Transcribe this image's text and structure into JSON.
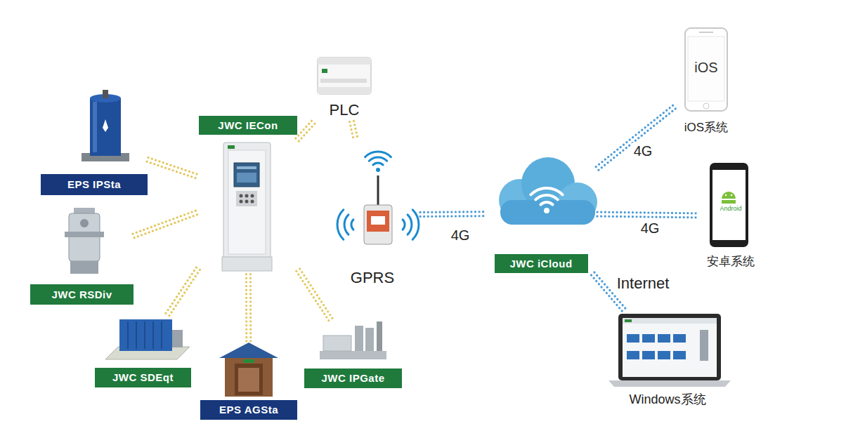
{
  "diagram": {
    "nodes": [
      {
        "text": [
          "EPS IPSta"
        ]
      },
      {
        "text": [
          "JWC IECon"
        ]
      },
      {
        "text": [
          "PLC"
        ]
      },
      {
        "text": [
          "JWC RSDiv"
        ]
      },
      {
        "text": [
          "GPRS"
        ]
      },
      {
        "text": [
          "JWC iCloud"
        ]
      },
      {
        "text": [
          "iOS",
          "iOS系统"
        ]
      },
      {
        "text": [
          "Android",
          "安卓系统"
        ]
      },
      {
        "text": [
          "JWC SDEqt"
        ]
      },
      {
        "text": [
          "EPS AGSta"
        ]
      },
      {
        "text": [
          "JWC IPGate"
        ]
      },
      {
        "text": [
          "Windows系统"
        ]
      }
    ],
    "edges": [
      {
        "from": 0,
        "to": 1,
        "arrow": "none"
      },
      {
        "from": 3,
        "to": 1,
        "arrow": "none"
      },
      {
        "from": 8,
        "to": 1,
        "arrow": "none"
      },
      {
        "from": 9,
        "to": 1,
        "arrow": "none"
      },
      {
        "from": 10,
        "to": 1,
        "arrow": "none"
      },
      {
        "from": 1,
        "to": 2,
        "arrow": "none"
      },
      {
        "from": 2,
        "to": 4,
        "arrow": "none"
      },
      {
        "from": 4,
        "to": 5,
        "label": "4G",
        "arrow": "none"
      },
      {
        "from": 5,
        "to": 6,
        "label": "4G",
        "arrow": "none"
      },
      {
        "from": 5,
        "to": 7,
        "label": "4G",
        "arrow": "none"
      },
      {
        "from": 5,
        "to": 11,
        "label": "Internet",
        "arrow": "none"
      }
    ]
  }
}
